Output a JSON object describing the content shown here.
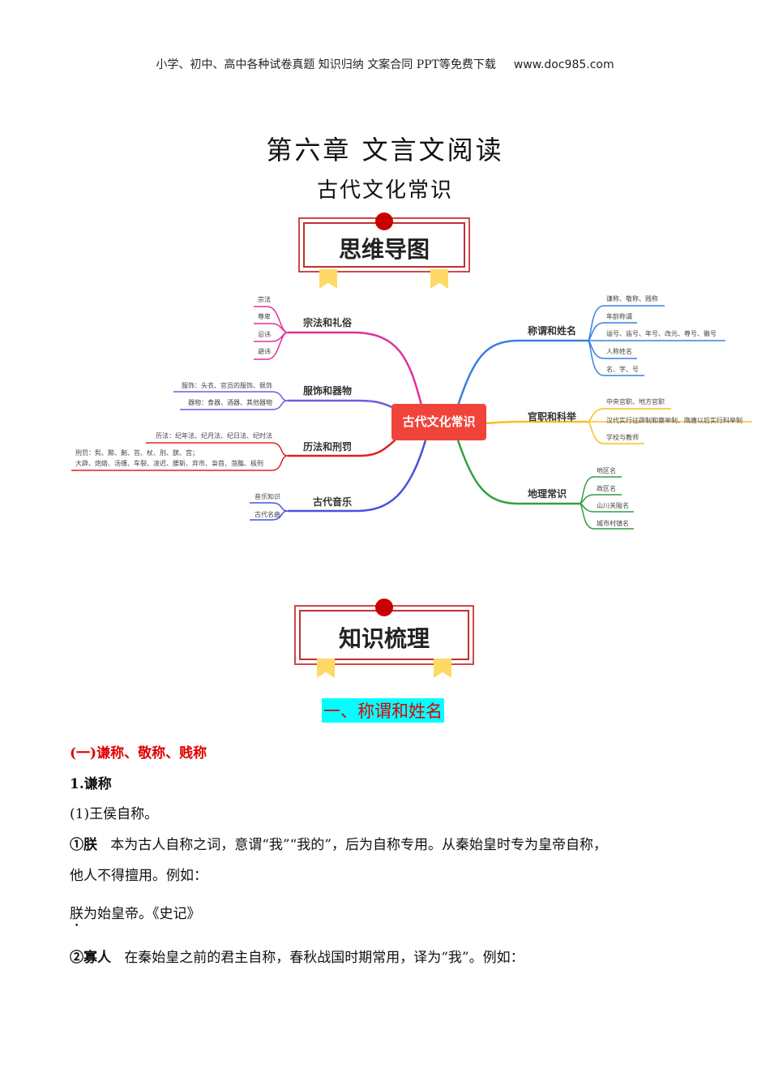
{
  "header": {
    "text": "小学、初中、高中各种试卷真题 知识归纳 文案合同 PPT等免费下载",
    "url": "www.doc985.com"
  },
  "title": "第六章 文言文阅读",
  "subtitle": "古代文化常识",
  "banner1": "思维导图",
  "banner2": "知识梳理",
  "mindmap": {
    "center": "古代文化常识",
    "left": [
      {
        "label": "宗法和礼俗",
        "color": "#e0309a",
        "items": [
          "宗法",
          "尊卑",
          "忌讳",
          "避讳"
        ]
      },
      {
        "label": "服饰和器物",
        "color": "#6a5ee0",
        "items": [
          "服饰：头衣、官员的服饰、佩饰",
          "器物：食器、酒器、其他器物"
        ]
      },
      {
        "label": "历法和刑罚",
        "color": "#e02020",
        "items": [
          "历法：纪年法、纪月法、纪日法、纪时法",
          "刑罚：髡、黥、劓、笞、杖、刖、膑、宫；",
          "大辟、炮烙、汤镬、车裂、凌迟、腰斩、弃市、枭首、菹醢、极刑"
        ]
      },
      {
        "label": "古代音乐",
        "color": "#4a50e0",
        "items": [
          "音乐知识",
          "古代名曲"
        ]
      }
    ],
    "right": [
      {
        "label": "称谓和姓名",
        "color": "#3a80e0",
        "items": [
          "谦称、敬称、贱称",
          "年龄称谓",
          "谥号、庙号、年号、改元、尊号、徽号",
          "人称姓名",
          "名、字、号"
        ]
      },
      {
        "label": "官职和科举",
        "color": "#f5c020",
        "items": [
          "中央官职、地方官职",
          "汉代实行征辟制和察举制、隋唐以后实行科举制",
          "学校与教师"
        ]
      },
      {
        "label": "地理常识",
        "color": "#30a040",
        "items": [
          "地区名",
          "政区名",
          "山川关隘名",
          "城市村镇名"
        ]
      }
    ]
  },
  "section": "一、称谓和姓名",
  "body": {
    "h1": "(一)谦称、敬称、贱称",
    "h2": "1.谦称",
    "h3": "(1)王侯自称。",
    "p1_term": "①朕",
    "p1": "本为古人自称之词，意谓“我”“我的”，后为自称专用。从秦始皇时专为皇帝自称，",
    "p1b": "他人不得擅用。例如：",
    "ex1a": "朕",
    "ex1b": "为始皇帝。《史记》",
    "p2_term": "②寡人",
    "p2": "在秦始皇之前的君主自称，春秋战国时期常用，译为“我”。例如："
  }
}
